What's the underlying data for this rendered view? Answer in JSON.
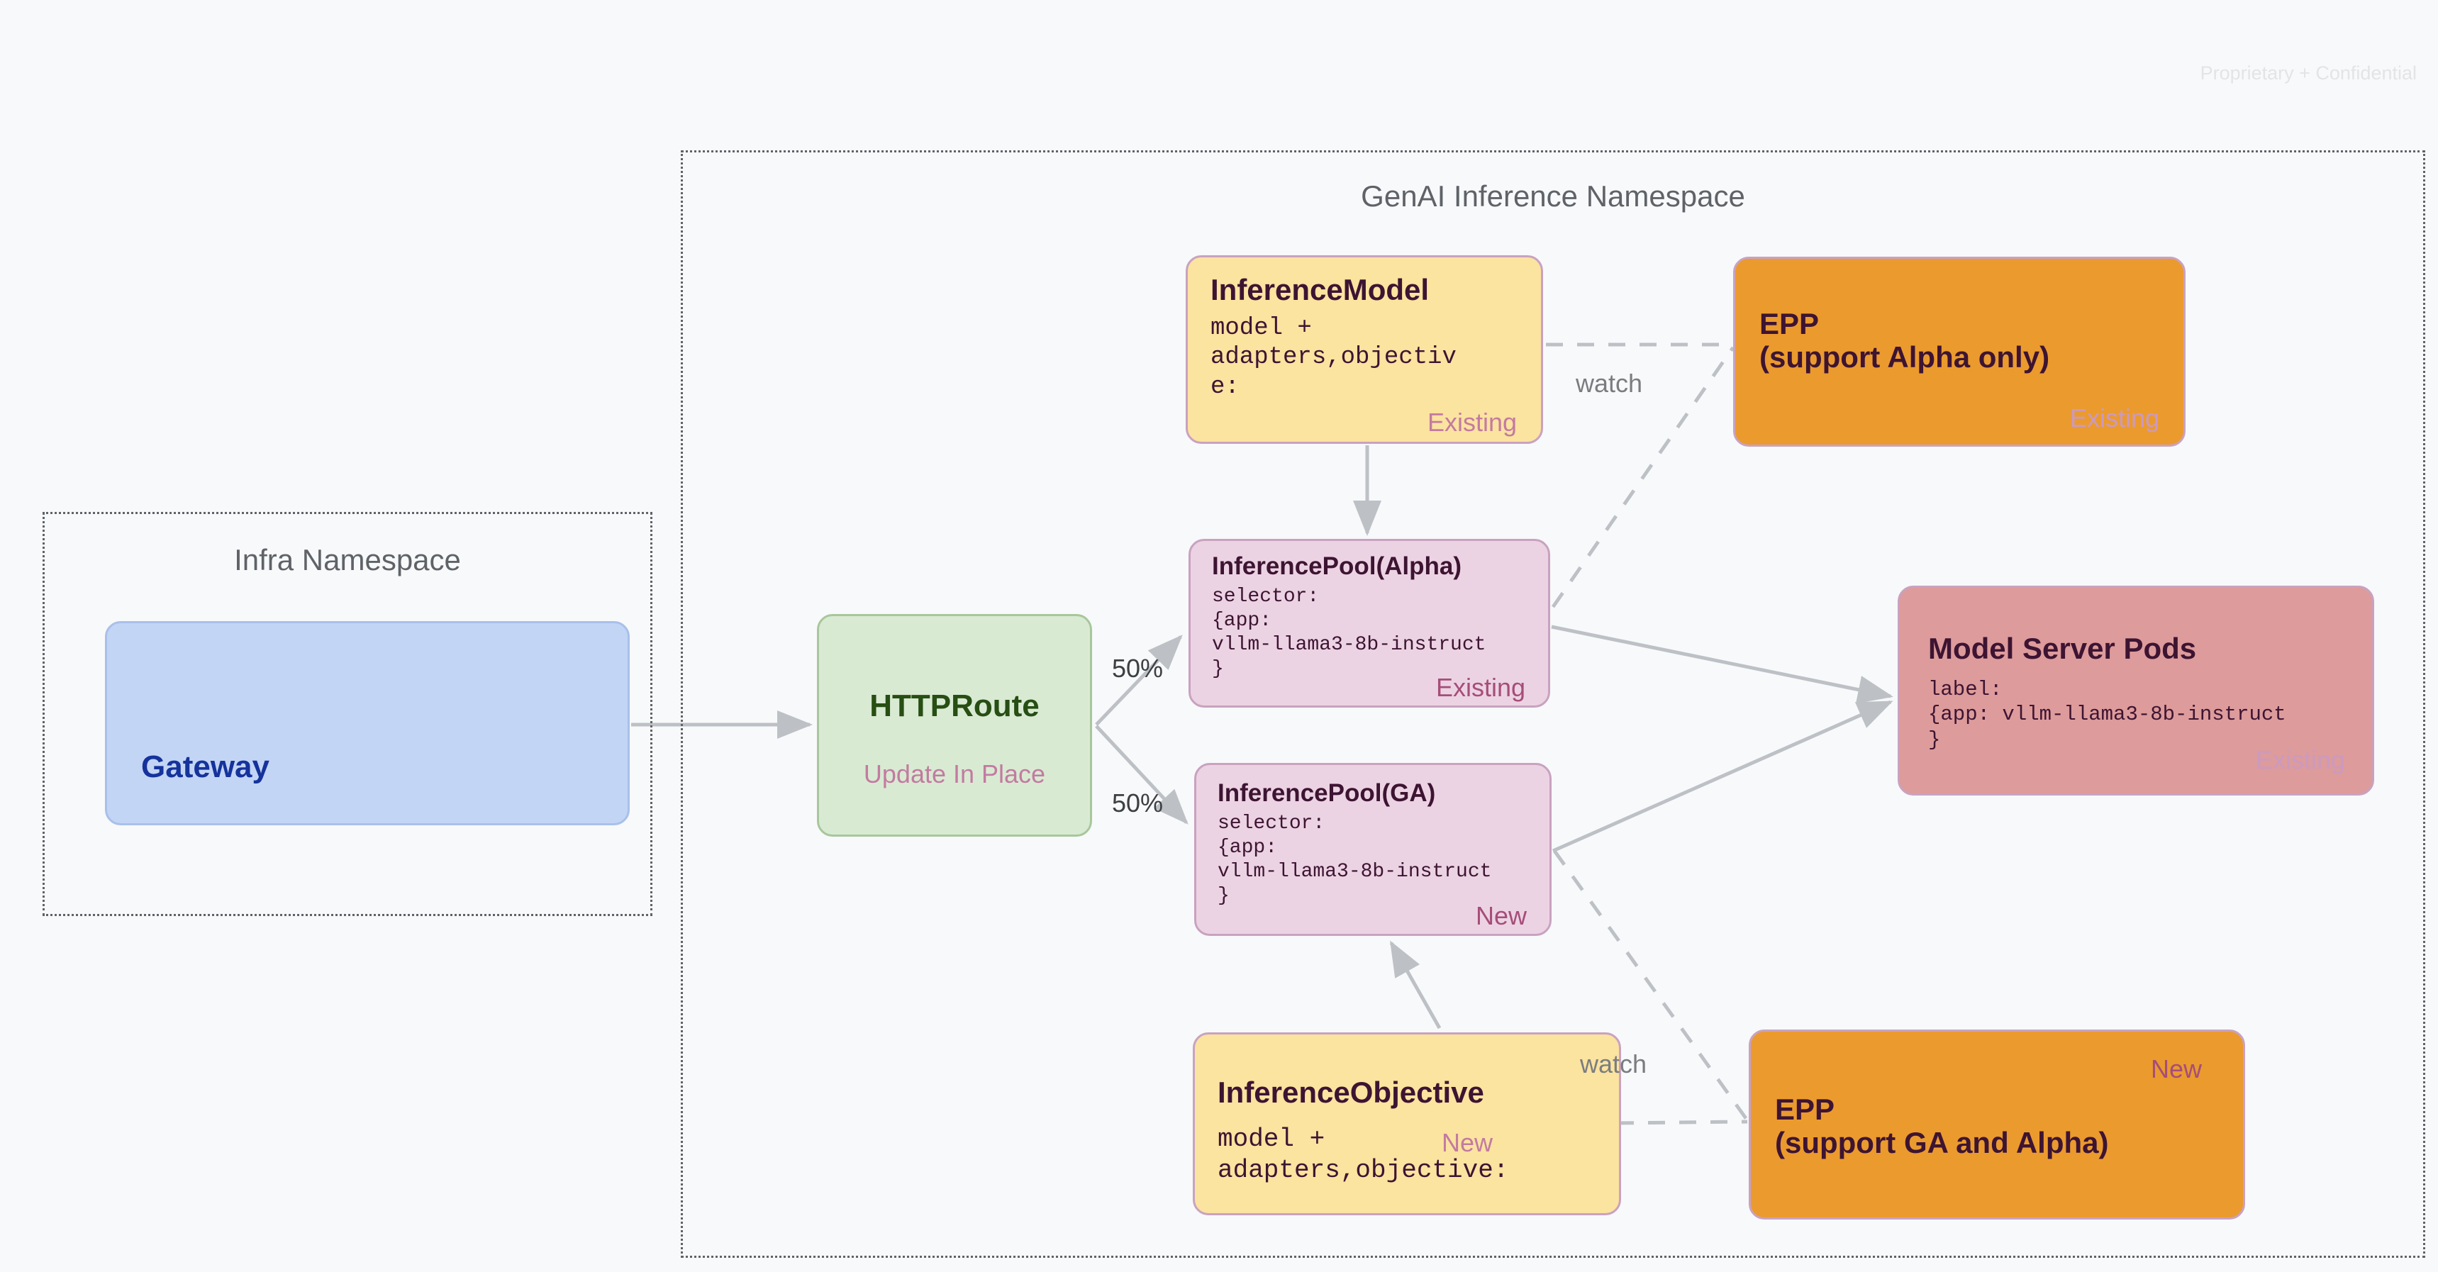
{
  "page": {
    "confidential_note": "Proprietary + Confidential",
    "background_color": "#f8f9fa"
  },
  "namespaces": [
    {
      "id": "infra",
      "title": "Infra Namespace"
    },
    {
      "id": "genai",
      "title": "GenAI Inference Namespace"
    }
  ],
  "nodes": {
    "gateway": {
      "title": "Gateway",
      "fill": "#c3d5f5",
      "text_color": "#15339b"
    },
    "httproute": {
      "title": "HTTPRoute",
      "tag": "Update In Place",
      "fill": "#d9ead3",
      "text_color": "#274e13",
      "tag_color": "#c27ba0"
    },
    "inference_model": {
      "title": "InferenceModel",
      "body": "model +\nadapters,objectiv\ne:",
      "tag": "Existing",
      "fill": "#fbe3a0",
      "tag_color": "#c27ba0"
    },
    "epp_alpha": {
      "title": "EPP\n(support Alpha only)",
      "tag": "Existing",
      "fill": "#eb9a2e",
      "tag_color": "#cb9ac0"
    },
    "pool_alpha": {
      "title": "InferencePool(Alpha)",
      "body": "selector:\n{app:\nvllm-llama3-8b-instruct\n}",
      "tag": "Existing",
      "fill": "#ecd3e3",
      "tag_color": "#a64d79"
    },
    "pool_ga": {
      "title": "InferencePool(GA)",
      "body": "selector:\n{app:\nvllm-llama3-8b-instruct\n}",
      "tag": "New",
      "fill": "#ecd3e3",
      "tag_color": "#a64d79"
    },
    "model_server_pods": {
      "title": "Model Server Pods",
      "body": "label:\n{app: vllm-llama3-8b-instruct\n}",
      "tag": "Existing",
      "fill": "#dd9b9b",
      "tag_color": "#cb9ac0"
    },
    "inference_objective": {
      "title": "InferenceObjective",
      "body": "model +\nadapters,objective:",
      "tag": "New",
      "fill": "#fbe3a0",
      "tag_color": "#c27ba0"
    },
    "epp_ga": {
      "title": "EPP\n(support GA and Alpha)",
      "tag": "New",
      "fill": "#eb9a2e",
      "tag_color": "#a64d79"
    }
  },
  "edges": {
    "split_top_label": "50%",
    "split_bottom_label": "50%",
    "watch_top_label": "watch",
    "watch_bottom_label": "watch",
    "line_color": "#bdc1c6"
  }
}
